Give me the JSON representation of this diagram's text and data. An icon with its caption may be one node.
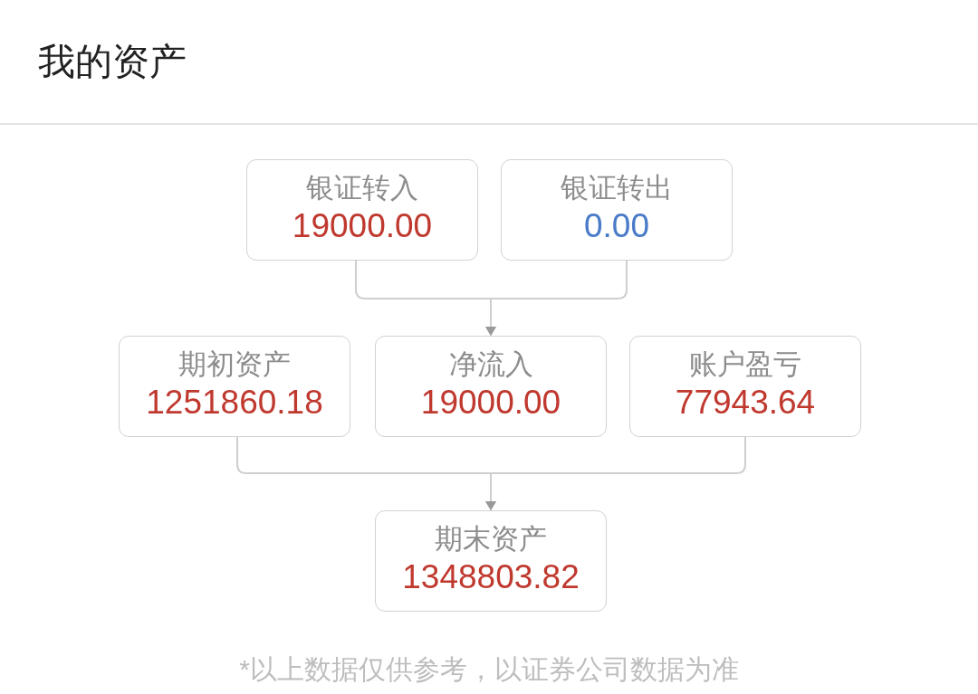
{
  "diagram": {
    "title": "我的资产",
    "nodes": [
      {
        "text": [
          "银证转入",
          "19000.00"
        ]
      },
      {
        "text": [
          "银证转出",
          "0.00"
        ]
      },
      {
        "text": [
          "期初资产",
          "1251860.18"
        ]
      },
      {
        "text": [
          "净流入",
          "19000.00"
        ]
      },
      {
        "text": [
          "账户盈亏",
          "77943.64"
        ]
      },
      {
        "text": [
          "期末资产",
          "1348803.82"
        ]
      }
    ],
    "edges": [
      {
        "from": 0,
        "to": 3,
        "arrow": "to"
      },
      {
        "from": 1,
        "to": 3,
        "arrow": "to"
      },
      {
        "from": 2,
        "to": 5,
        "arrow": "to"
      },
      {
        "from": 4,
        "to": 5,
        "arrow": "to"
      }
    ],
    "labels": [
      "*以上数据仅供参考，以证券公司数据为准"
    ]
  }
}
